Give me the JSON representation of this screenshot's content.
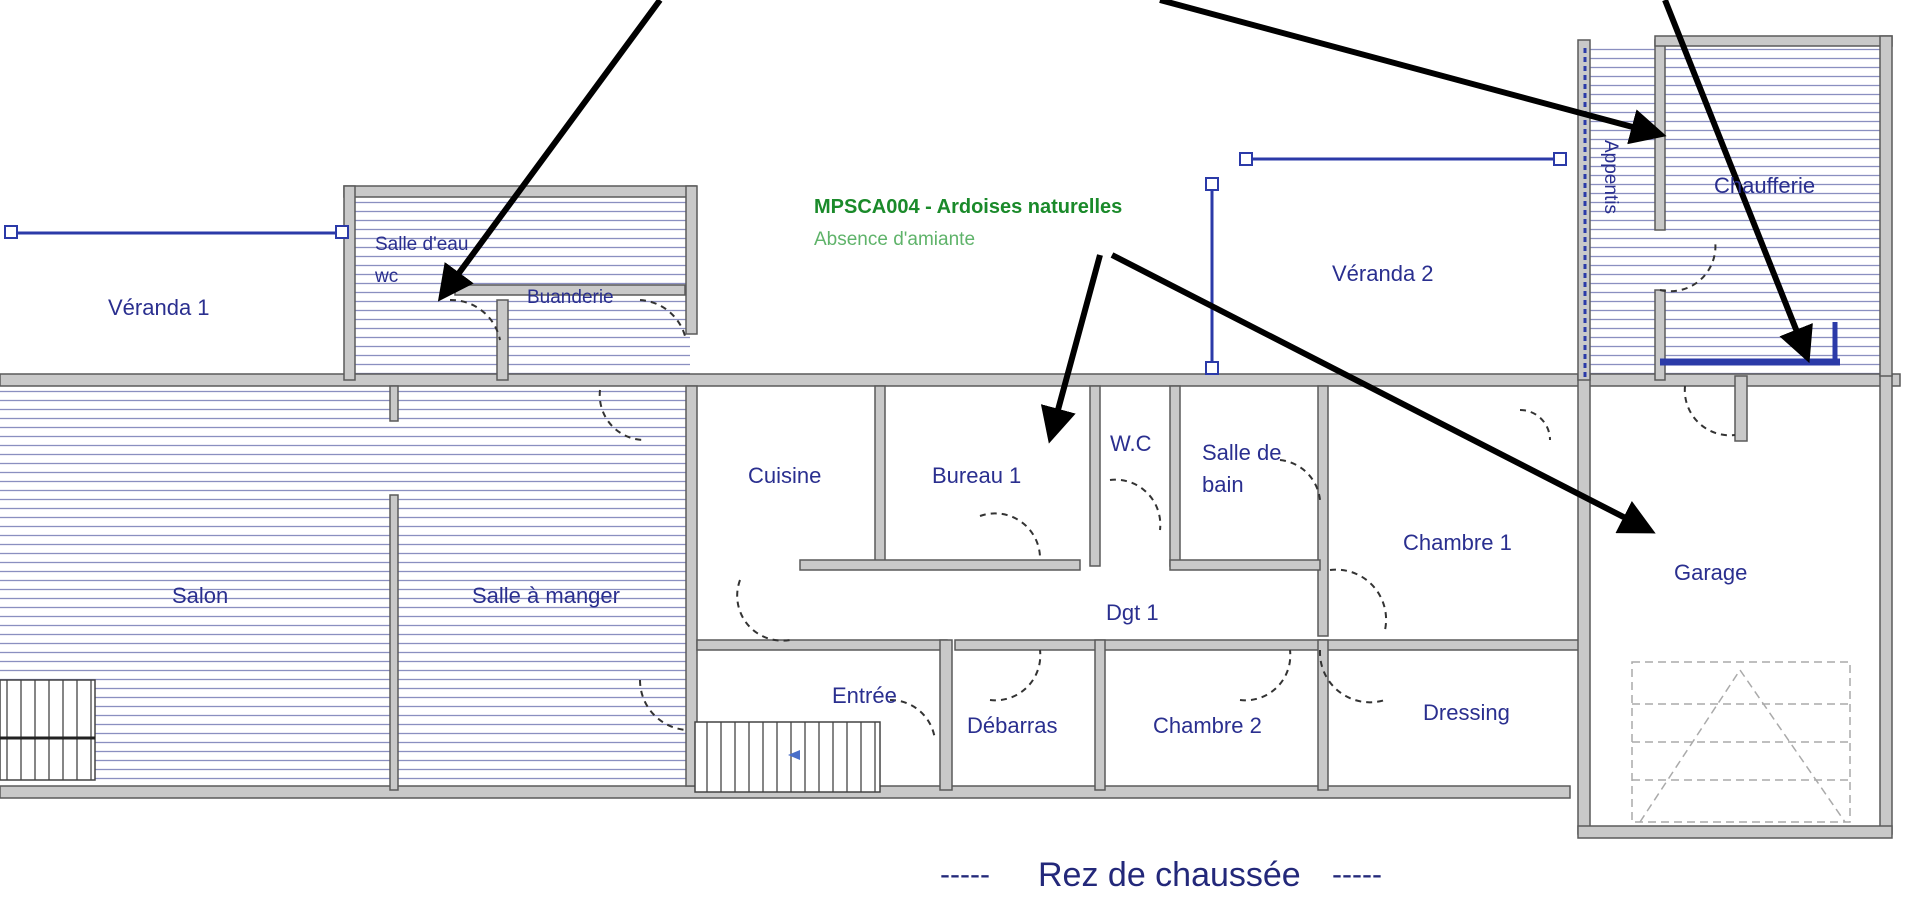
{
  "plan": {
    "level_title": "Rez de chaussée",
    "level_dashes_left": "-----",
    "level_dashes_right": "-----",
    "sample": {
      "code": "MPSCA004 - Ardoises naturelles",
      "result": "Absence d'amiante"
    },
    "rooms": {
      "veranda1": "Véranda 1",
      "salle_eau": "Salle d'eau",
      "wc_small": "wc",
      "buanderie": "Buanderie",
      "salon": "Salon",
      "salle_manger": "Salle à manger",
      "cuisine": "Cuisine",
      "bureau1": "Bureau 1",
      "wc": "W.C",
      "sdb_line1": "Salle de",
      "sdb_line2": "bain",
      "veranda2": "Véranda 2",
      "appentis": "Appentis",
      "chaufferie": "Chaufferie",
      "chambre1": "Chambre 1",
      "garage": "Garage",
      "dgt1": "Dgt 1",
      "entree": "Entrée",
      "debarras": "Débarras",
      "chambre2": "Chambre 2",
      "dressing": "Dressing"
    },
    "colors": {
      "walls": "#c9c9c9",
      "blue_lines": "#2b3aa8",
      "sample_code": "#1a8a2a",
      "sample_result": "#5fb36a",
      "arrows": "#000000"
    }
  }
}
